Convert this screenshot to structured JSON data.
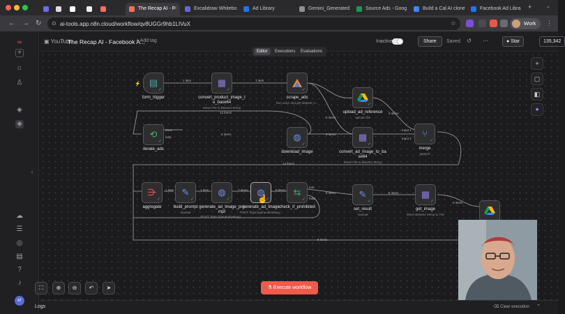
{
  "browser": {
    "tabs": [
      {
        "label": "The Recap AI - F",
        "active": true,
        "color": "#ff6d5a"
      },
      {
        "label": "Excalidraw Whitebo",
        "active": false,
        "color": "#6965db"
      },
      {
        "label": "Ad Library",
        "active": false,
        "color": "#1877f2"
      },
      {
        "label": "Gemini_Generated",
        "active": false,
        "color": "#8e8e93"
      },
      {
        "label": "Source Ads - Goog",
        "active": false,
        "color": "#0f9d58"
      },
      {
        "label": "Build a Cal AI clone",
        "active": false,
        "color": "#4285f4"
      },
      {
        "label": "Facebook Ad Libra",
        "active": false,
        "color": "#1877f2"
      }
    ],
    "url": "ai-tools.app.n8n.cloud/workflow/qv8UGGr9hb1LIVuX",
    "profile": "Work"
  },
  "header": {
    "project": "YouTube",
    "workflow_name": "The Recap AI - Facebook A...",
    "add_tag": "+ Add tag",
    "status": "Inactive",
    "share": "Share",
    "saved": "Saved",
    "star": "Star",
    "star_count": "135,342"
  },
  "view_tabs": [
    "Editor",
    "Executions",
    "Evaluations"
  ],
  "nodes": {
    "form_trigger": {
      "label": "form_trigger",
      "sub": ""
    },
    "convert_product_image": {
      "label": "convert_product_image_t\no_base64",
      "sub": "Move File to Base64 String"
    },
    "scrape_ads": {
      "label": "scrape_ads",
      "sub": "Run actor and get dataset: A..."
    },
    "upload_ad_reference": {
      "label": "upload_ad_reference",
      "sub": "upload: file"
    },
    "iterate_ads": {
      "label": "iterate_ads",
      "sub": ""
    },
    "download_image": {
      "label": "download_image",
      "sub": ""
    },
    "convert_ad_image": {
      "label": "convert_ad_image_to_ba\nse64",
      "sub": "Move File to Base64 String"
    },
    "merge": {
      "label": "merge",
      "sub": "append"
    },
    "aggregate": {
      "label": "aggregate",
      "sub": ""
    },
    "build_prompt": {
      "label": "build_prompt",
      "sub": "manual"
    },
    "generate_ad_image_prompt": {
      "label": "generate_ad_image_pro\nmpt",
      "sub": "POST: https://generativelang..."
    },
    "generate_ad_image": {
      "label": "generate_ad_image",
      "sub": "POST: https://generativelang..."
    },
    "check_if_prohibited": {
      "label": "check_if_prohibited",
      "sub": ""
    },
    "set_result": {
      "label": "set_result",
      "sub": "manual"
    },
    "get_image": {
      "label": "get_image",
      "sub": "Move Base64 String to File"
    }
  },
  "edge_labels": {
    "e1": "1 item",
    "e2": "1 item",
    "e3": "6 items",
    "e4": "6 items",
    "e5": "6 items",
    "e6": "6 items",
    "e7": "Input 1",
    "e8": "Input 2",
    "e9": "12 items",
    "e10": "14 items",
    "e11": "1 item",
    "e12": "1 item",
    "e13": "7 items",
    "e14": "6 items",
    "e15": "6 items",
    "e16": "6 items",
    "e17": "6 items",
    "e18": "6 items",
    "done": "done",
    "loop": "loop",
    "true": "true",
    "false": "false"
  },
  "footer": {
    "execute": "Execute workflow",
    "logs": "Logs",
    "clear": "Clear execution"
  },
  "colors": {
    "accent": "#ef5a4b",
    "edge": "#8a8a90",
    "success": "#3fb26b"
  }
}
